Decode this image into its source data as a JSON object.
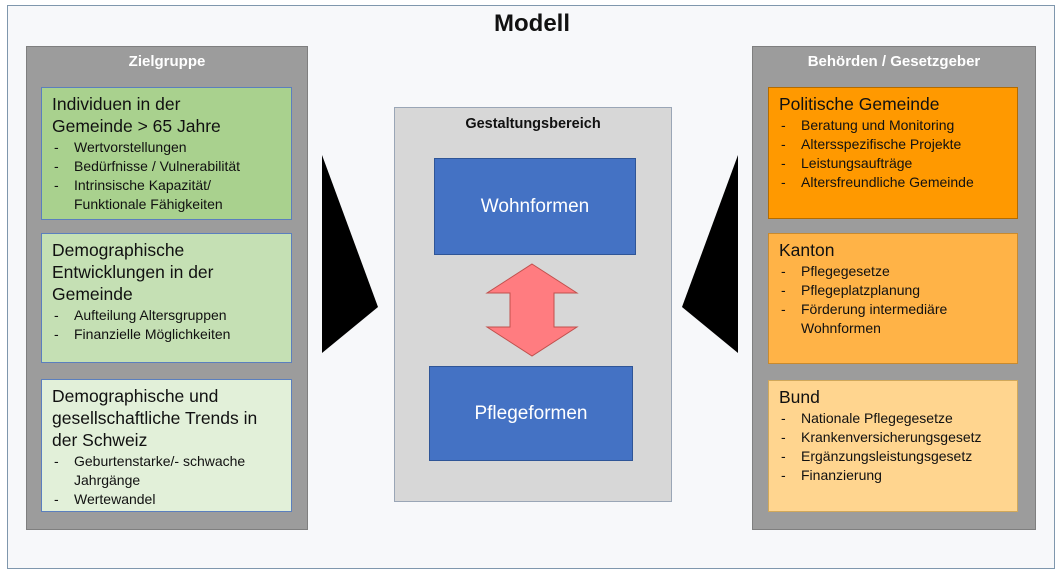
{
  "title": "Modell",
  "left": {
    "heading": "Zielgruppe",
    "boxes": [
      {
        "title": "Individuen in der Gemeinde > 65 Jahre",
        "items": [
          "Wertvorstellungen",
          "Bedürfnisse / Vulnerabilität",
          "Intrinsische Kapazität/ Funktionale Fähigkeiten"
        ]
      },
      {
        "title": "Demographische Entwicklungen in der Gemeinde",
        "items": [
          "Aufteilung Altersgruppen",
          "Finanzielle Möglichkeiten"
        ]
      },
      {
        "title": "Demographische und gesellschaftliche Trends in der Schweiz",
        "items": [
          "Geburtenstarke/- schwache Jahrgänge",
          "Wertewandel"
        ]
      }
    ]
  },
  "center": {
    "heading": "Gestaltungsbereich",
    "top_label": "Wohnformen",
    "bottom_label": "Pflegeformen"
  },
  "right": {
    "heading": "Behörden / Gesetzgeber",
    "boxes": [
      {
        "title": "Politische Gemeinde",
        "items": [
          "Beratung und Monitoring",
          "Altersspezifische Projekte",
          "Leistungsaufträge",
          "Altersfreundliche Gemeinde"
        ]
      },
      {
        "title": "Kanton",
        "items": [
          "Pflegegesetze",
          "Pflegeplatzplanung",
          "Förderung intermediäre Wohnformen"
        ]
      },
      {
        "title": "Bund",
        "items": [
          "Nationale Pflegegesetze",
          "Krankenversicherungsgesetz",
          "Ergänzungsleistungsgesetz",
          "Finanzierung"
        ]
      }
    ]
  },
  "colors": {
    "column_gray": "#9c9c9c",
    "green_1": "#a9d18e",
    "green_2": "#c5e0b4",
    "green_3": "#e2f0d9",
    "orange_1": "#ff9900",
    "orange_2": "#ffb347",
    "orange_3": "#ffd58f",
    "blue": "#4472c4",
    "arrow_pink": "#ff7c80",
    "triangle": "#000000"
  }
}
